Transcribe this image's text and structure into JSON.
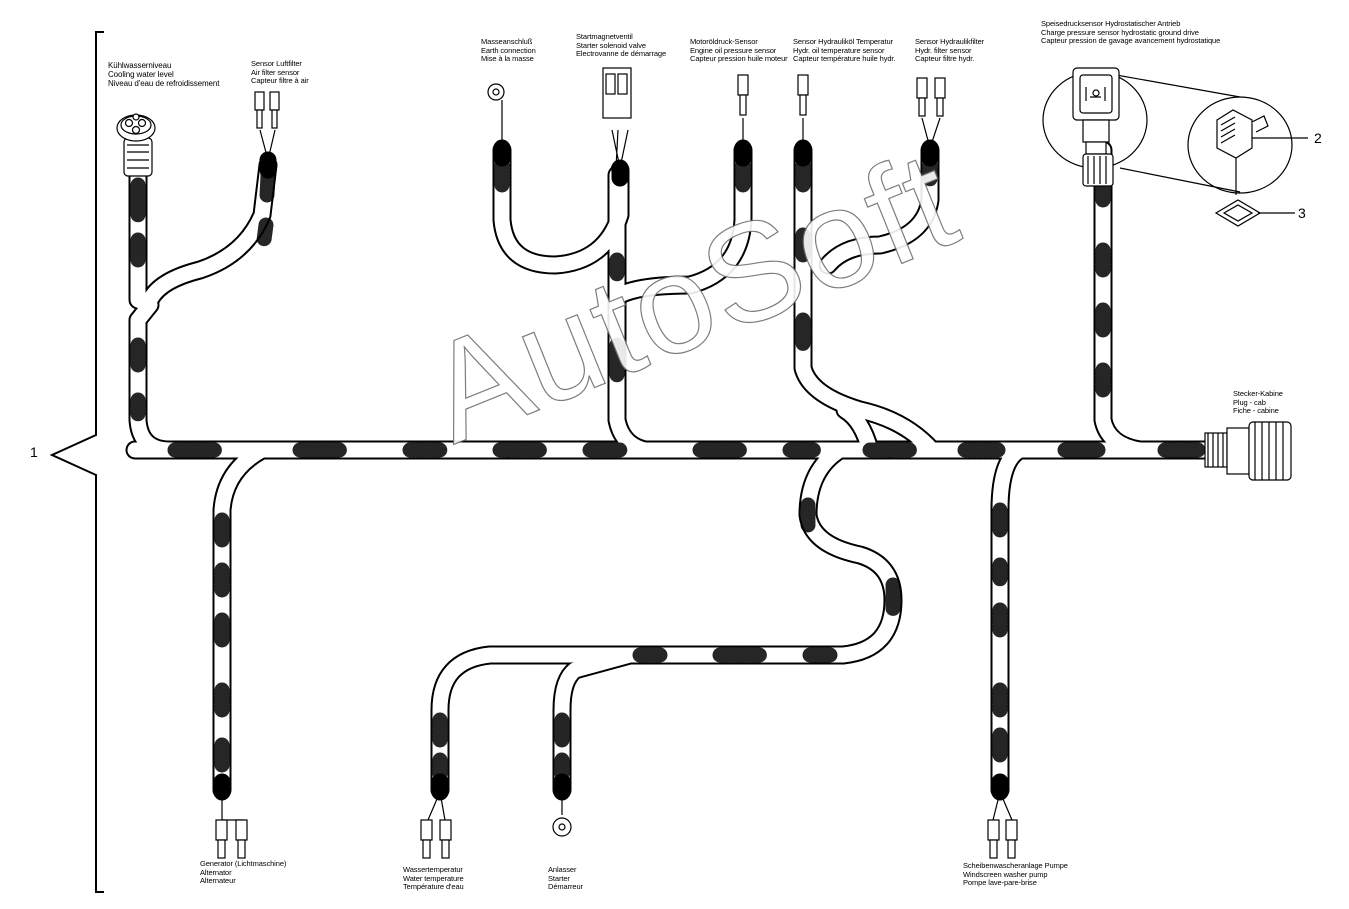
{
  "callouts": [
    "1",
    "2",
    "3"
  ],
  "watermark": "AutoSoft",
  "labels": {
    "cooling": [
      "Kühlwasserniveau",
      "Cooling water level",
      "Niveau d'eau de refroidissement"
    ],
    "airfilter": [
      "Sensor Luftfilter",
      "Air filter sensor",
      "Capteur filtre à air"
    ],
    "earth": [
      "Masseanschluß",
      "Earth connection",
      "Mise à la masse"
    ],
    "starter_valve": [
      "Startmagnetventil",
      "Starter solenoid valve",
      "Electrovanne de démarrage"
    ],
    "oil_pressure": [
      "Motoröldruck-Sensor",
      "Engine oil pressure sensor",
      "Capteur pression huile moteur"
    ],
    "hydr_temp": [
      "Sensor Hydrauliköl Temperatur",
      "Hydr. oil temperature sensor",
      "Capteur température huile hydr."
    ],
    "hydr_filter": [
      "Sensor Hydraulikfilter",
      "Hydr. filter sensor",
      "Capteur filtre hydr."
    ],
    "feed_pressure": [
      "Speisedrucksensor Hydrostatischer Antrieb",
      "Charge pressure sensor hydrostatic ground drive",
      "Capteur pression de gavage avancement hydrostatique"
    ],
    "plug_cab": [
      "Stecker-Kabine",
      "Plug - cab",
      "Fiche - cabine"
    ],
    "alternator": [
      "Generator (Lichtmaschine)",
      "Alternator",
      "Alternateur"
    ],
    "water_temp": [
      "Wassertemperatur",
      "Water temperature",
      "Température d'eau"
    ],
    "starter": [
      "Anlasser",
      "Starter",
      "Démarreur"
    ],
    "washer": [
      "Scheibenwascheranlage Pumpe",
      "Windscreen washer pump",
      "Pompe lave-pare-brise"
    ]
  }
}
